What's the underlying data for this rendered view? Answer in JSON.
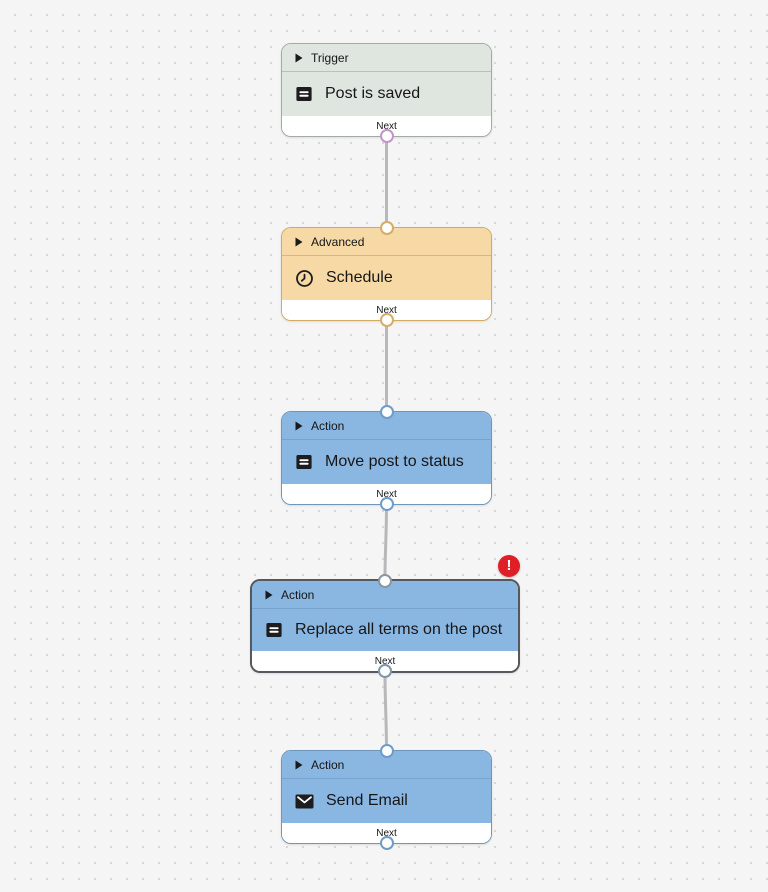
{
  "canvas": {
    "background_color": "#f5f5f6",
    "dot_color": "#d7d7d9",
    "connector_color": "#b8b8ba"
  },
  "error_badge": {
    "label": "!",
    "color": "#e01e25"
  },
  "nodes": [
    {
      "category": "Trigger",
      "title": "Post is saved",
      "icon": "document-icon",
      "footer_label": "Next",
      "colors": {
        "fill": "#dfe5df",
        "border": "#a4aaa4",
        "divider": "#b9bfb9",
        "port_out": "#c195c7"
      }
    },
    {
      "category": "Advanced",
      "title": "Schedule",
      "icon": "clock-icon",
      "footer_label": "Next",
      "colors": {
        "fill": "#f6d9a5",
        "border": "#d0ab61",
        "divider": "#dcb773",
        "port_in": "#d4ad68",
        "port_out": "#d4ad68"
      }
    },
    {
      "category": "Action",
      "title": "Move post to status",
      "icon": "document-icon",
      "footer_label": "Next",
      "colors": {
        "fill": "#8ab6e2",
        "border": "#7096ba",
        "divider": "#79a2cc",
        "port_in": "#6e9cc9",
        "port_out": "#6e9cc9"
      }
    },
    {
      "category": "Action",
      "title": "Replace all terms on the post",
      "icon": "document-icon",
      "footer_label": "Next",
      "has_error": true,
      "selected": true,
      "colors": {
        "fill": "#8ab6e2",
        "border": "#55585c",
        "divider": "#79a2cc",
        "port_in": "#8897a2",
        "port_out": "#7e96aa"
      }
    },
    {
      "category": "Action",
      "title": "Send Email",
      "icon": "envelope-icon",
      "footer_label": "Next",
      "colors": {
        "fill": "#8ab6e2",
        "border": "#7096ba",
        "divider": "#79a2cc",
        "port_in": "#6e9cc9",
        "port_out": "#6e9cc9"
      }
    }
  ]
}
